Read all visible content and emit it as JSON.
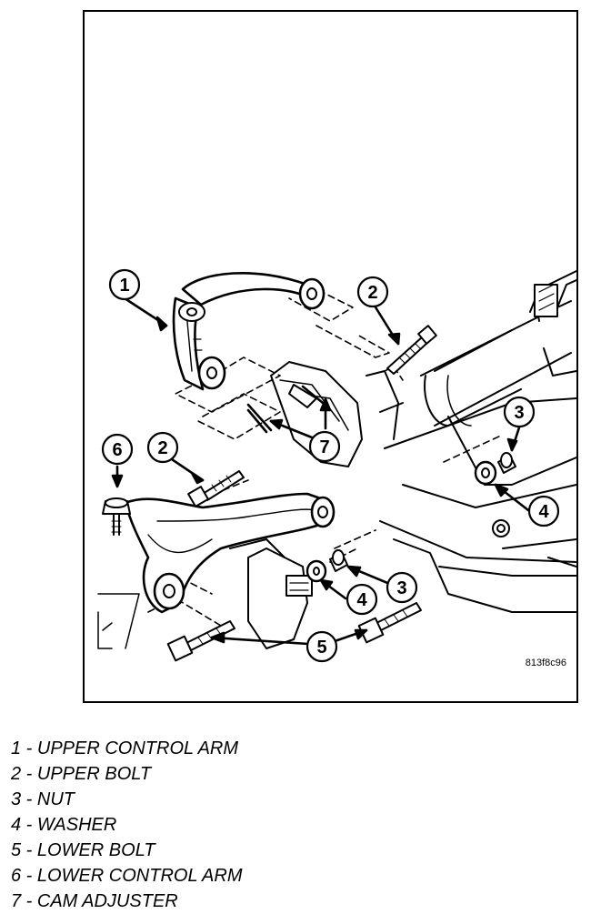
{
  "figure": {
    "figure_id": "813f8c96",
    "callouts": [
      "1",
      "2",
      "3",
      "4",
      "5",
      "6",
      "7"
    ]
  },
  "legend": [
    "1 - UPPER CONTROL ARM",
    "2 - UPPER BOLT",
    "3 - NUT",
    "4 - WASHER",
    "5 - LOWER BOLT",
    "6 - LOWER CONTROL ARM",
    "7 - CAM ADJUSTER"
  ]
}
